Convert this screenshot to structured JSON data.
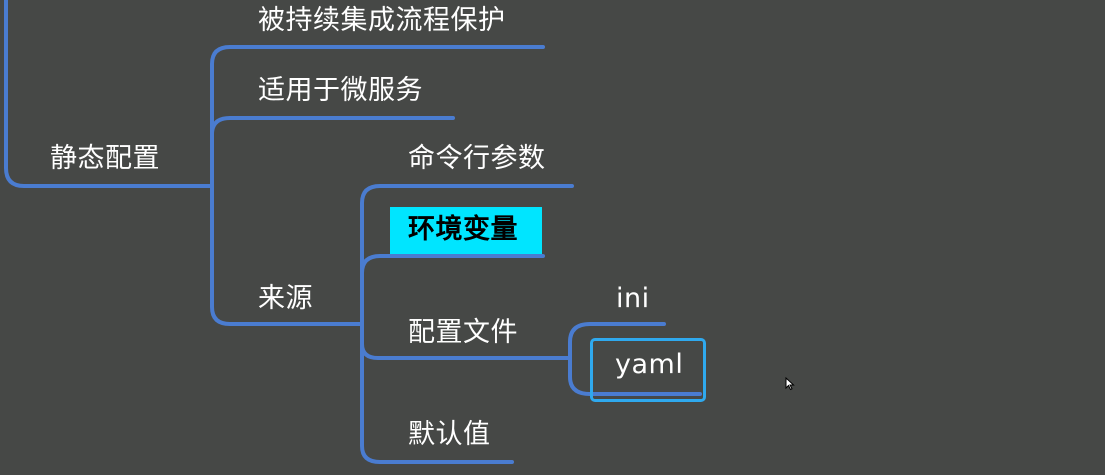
{
  "colors": {
    "background": "#464846",
    "connector": "#4a7cd0",
    "text": "#ffffff",
    "highlight_fill": "#00e5ff",
    "highlight_text": "#000000",
    "selection_border": "#2fa9ee"
  },
  "mindmap": {
    "root": {
      "label": "静态配置",
      "children": [
        {
          "label": "被持续集成流程保护"
        },
        {
          "label": "适用于微服务"
        },
        {
          "label": "来源",
          "children": [
            {
              "label": "命令行参数"
            },
            {
              "label": "环境变量",
              "highlighted": true
            },
            {
              "label": "配置文件",
              "children": [
                {
                  "label": "ini"
                },
                {
                  "label": "yaml",
                  "selected": true
                }
              ]
            },
            {
              "label": "默认值"
            }
          ]
        }
      ]
    }
  },
  "cursor": {
    "icon": "mouse-pointer-icon"
  }
}
